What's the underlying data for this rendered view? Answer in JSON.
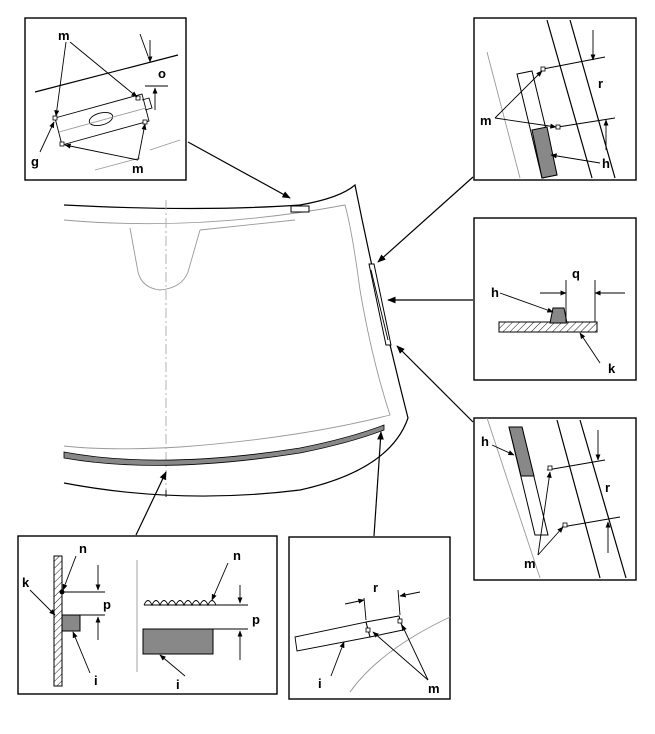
{
  "labels": {
    "m": "m",
    "o": "o",
    "g": "g",
    "r": "r",
    "h": "h",
    "q": "q",
    "k": "k",
    "n": "n",
    "p": "p",
    "i": "i"
  }
}
